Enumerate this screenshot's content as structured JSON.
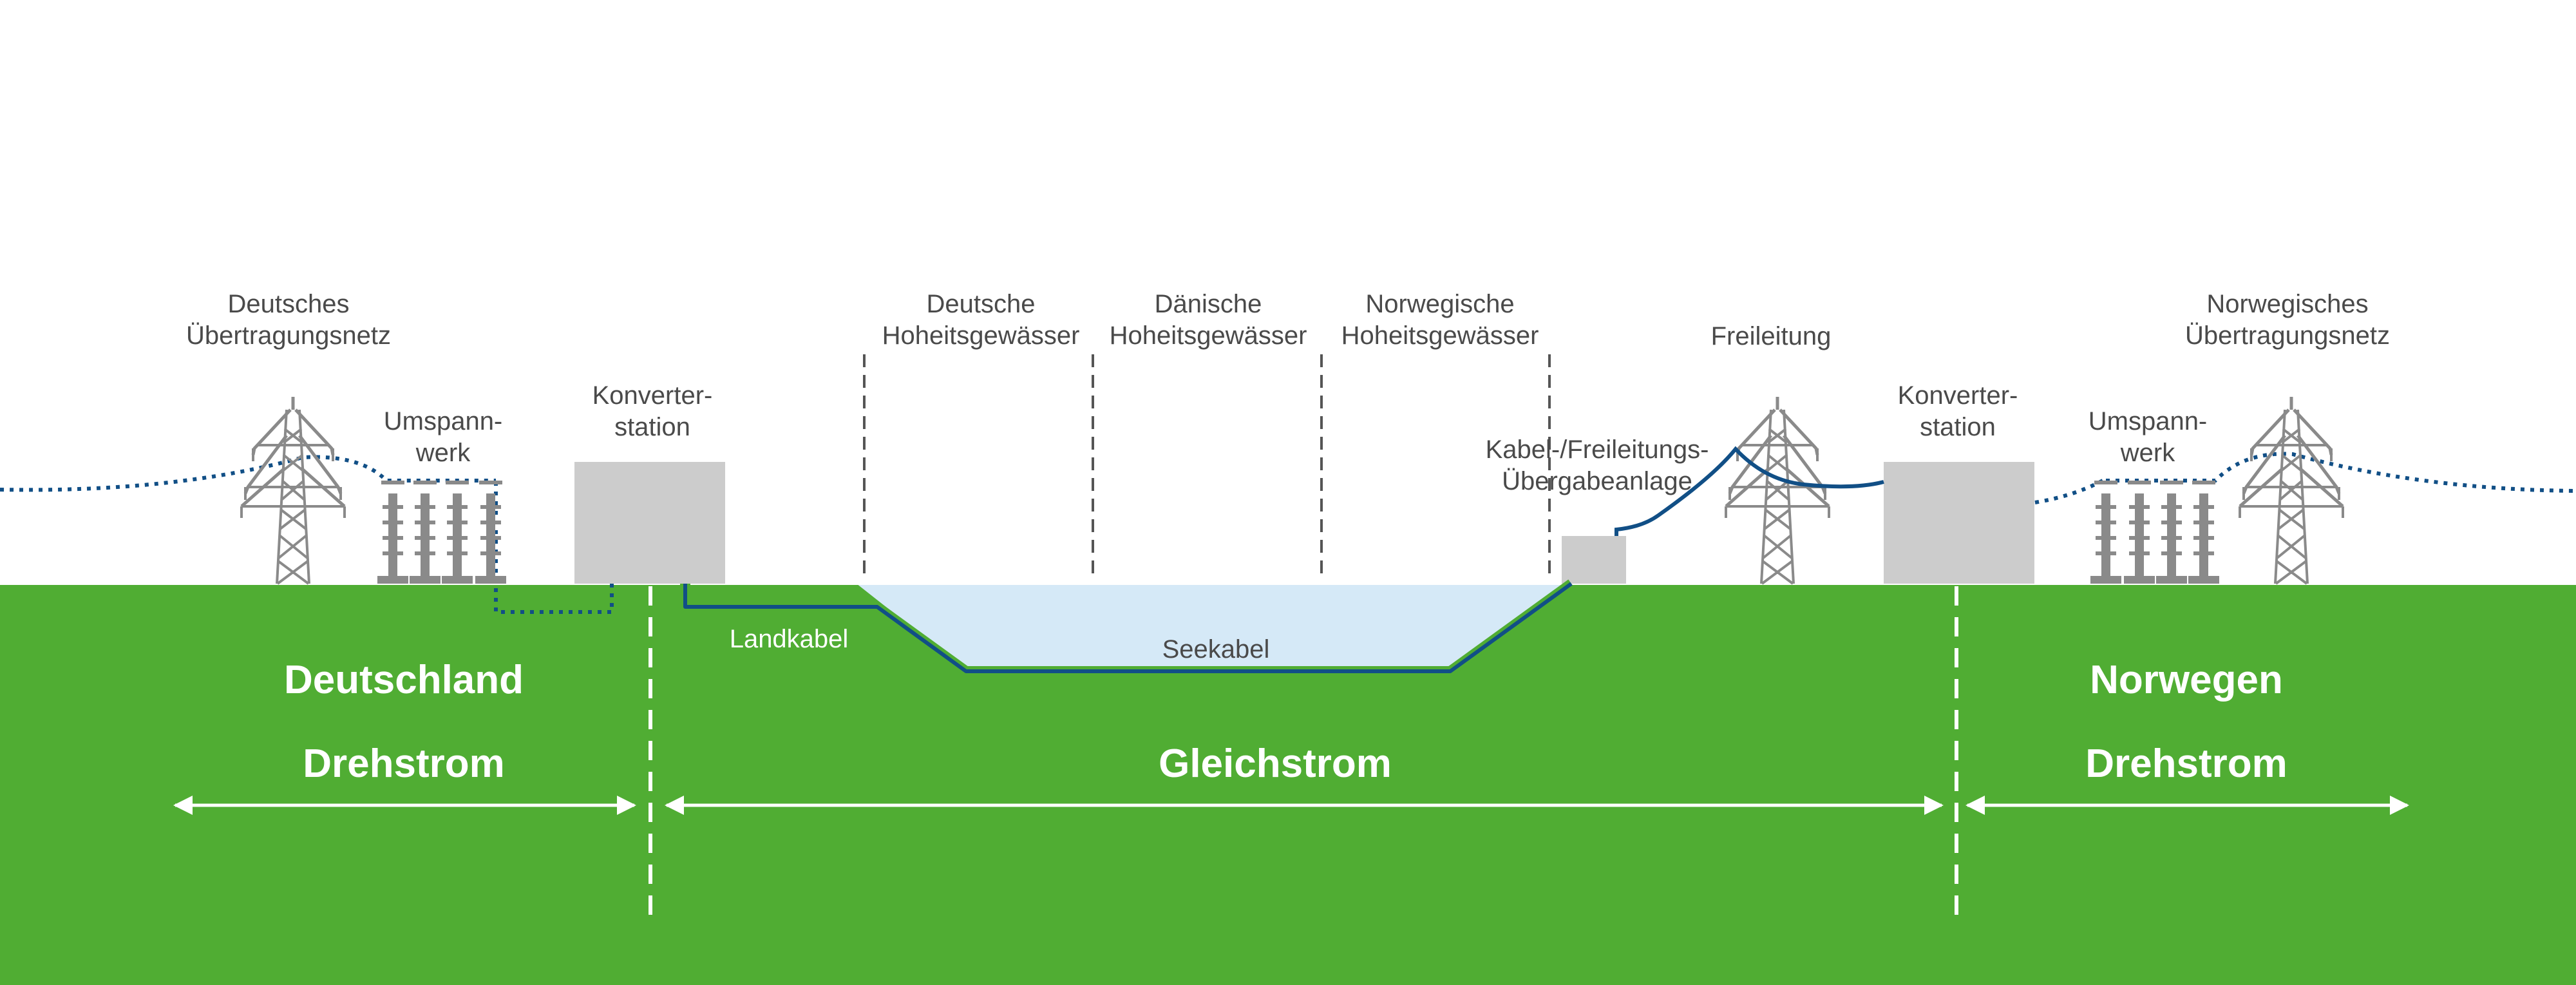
{
  "colors": {
    "ground": "#50ad33",
    "water": "#d5e9f7",
    "cable": "#114f86",
    "building": "#cccccc",
    "tower": "#8a8a8a",
    "label_text": "#4a4a4a",
    "region_text": "#ffffff",
    "divider": "#555555"
  },
  "labels": {
    "deutsches_netz": [
      "Deutsches",
      "Übertragungsnetz"
    ],
    "umspannwerk_de": [
      "Umspann-",
      "werk"
    ],
    "konverter_de": [
      "Konverter-",
      "station"
    ],
    "deutsche_gewaesser": [
      "Deutsche",
      "Hoheitsgewässer"
    ],
    "daenische_gewaesser": [
      "Dänische",
      "Hoheitsgewässer"
    ],
    "norwegische_gewaesser": [
      "Norwegische",
      "Hoheitsgewässer"
    ],
    "freileitung": "Freileitung",
    "uebergabeanlage": [
      "Kabel-/Freileitungs-",
      "Übergabeanlage"
    ],
    "konverter_no": [
      "Konverter-",
      "station"
    ],
    "umspannwerk_no": [
      "Umspann-",
      "werk"
    ],
    "norwegisches_netz": [
      "Norwegisches",
      "Übertragungsnetz"
    ],
    "landkabel": "Landkabel",
    "seekabel": "Seekabel"
  },
  "regions": {
    "deutschland": "Deutschland",
    "drehstrom_de": "Drehstrom",
    "gleichstrom": "Gleichstrom",
    "norwegen": "Norwegen",
    "drehstrom_no": "Drehstrom"
  },
  "icons": {
    "tower": "transmission-tower-icon",
    "substation": "substation-icon",
    "converter": "converter-station-icon",
    "transition": "transition-station-icon"
  }
}
